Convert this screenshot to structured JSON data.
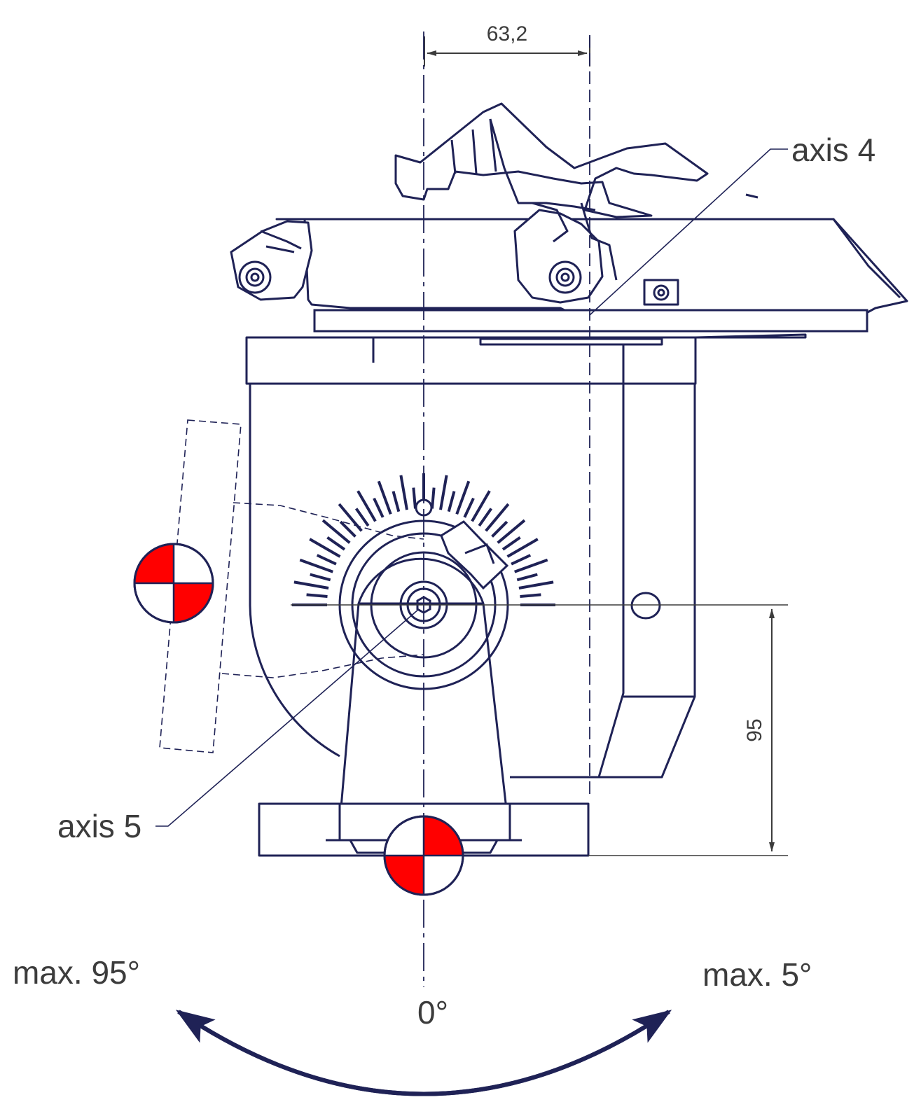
{
  "labels": {
    "axis4": "axis 4",
    "axis5": "axis 5",
    "max_left": "max. 95°",
    "max_right": "max. 5°",
    "zero": "0°"
  },
  "dimensions": {
    "horizontal_offset": "63,2",
    "vertical_height": "95"
  },
  "colors": {
    "line": "#1f2256",
    "marker_red": "#ff0000",
    "text": "#3c3c3c"
  }
}
